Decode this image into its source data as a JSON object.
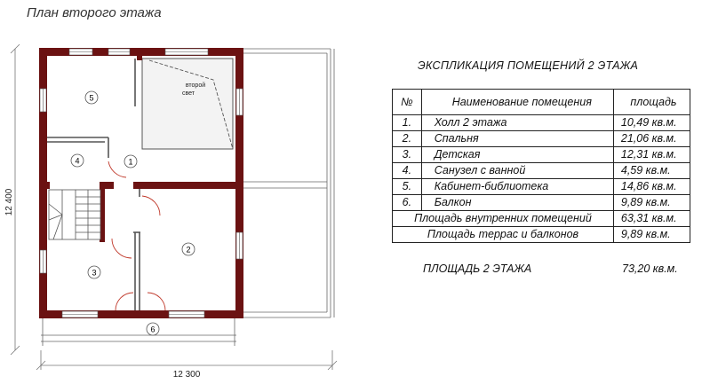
{
  "title": "План второго этажа",
  "plan": {
    "dimension_width": "12 300",
    "dimension_height": "12 400",
    "second_light_label_line1": "второй",
    "second_light_label_line2": "свет",
    "room_markers": [
      "5",
      "4",
      "1",
      "2",
      "3",
      "6"
    ]
  },
  "explication": {
    "heading": "ЭКСПЛИКАЦИЯ ПОМЕЩЕНИЙ 2 ЭТАЖА",
    "columns": [
      "№",
      "Наименование помещения",
      "площадь"
    ],
    "rows": [
      {
        "num": "1.",
        "name": "Холл 2 этажа",
        "area": "10,49 кв.м."
      },
      {
        "num": "2.",
        "name": "Спальня",
        "area": "21,06 кв.м."
      },
      {
        "num": "3.",
        "name": "Детская",
        "area": "12,31 кв.м."
      },
      {
        "num": "4.",
        "name": "Санузел с ванной",
        "area": "4,59 кв.м."
      },
      {
        "num": "5.",
        "name": "Кабинет-библиотека",
        "area": "14,86 кв.м."
      },
      {
        "num": "6.",
        "name": "Балкон",
        "area": "9,89 кв.м."
      }
    ],
    "summary": [
      {
        "label": "Площадь внутренних помещений",
        "value": "63,31 кв.м."
      },
      {
        "label": "Площадь террас и балконов",
        "value": "9,89 кв.м."
      }
    ],
    "total_label": "ПЛОЩАДЬ 2 ЭТАЖА",
    "total_value": "73,20 кв.м."
  },
  "colors": {
    "wall": "#6b1212",
    "line": "#555555",
    "text": "#111111"
  }
}
